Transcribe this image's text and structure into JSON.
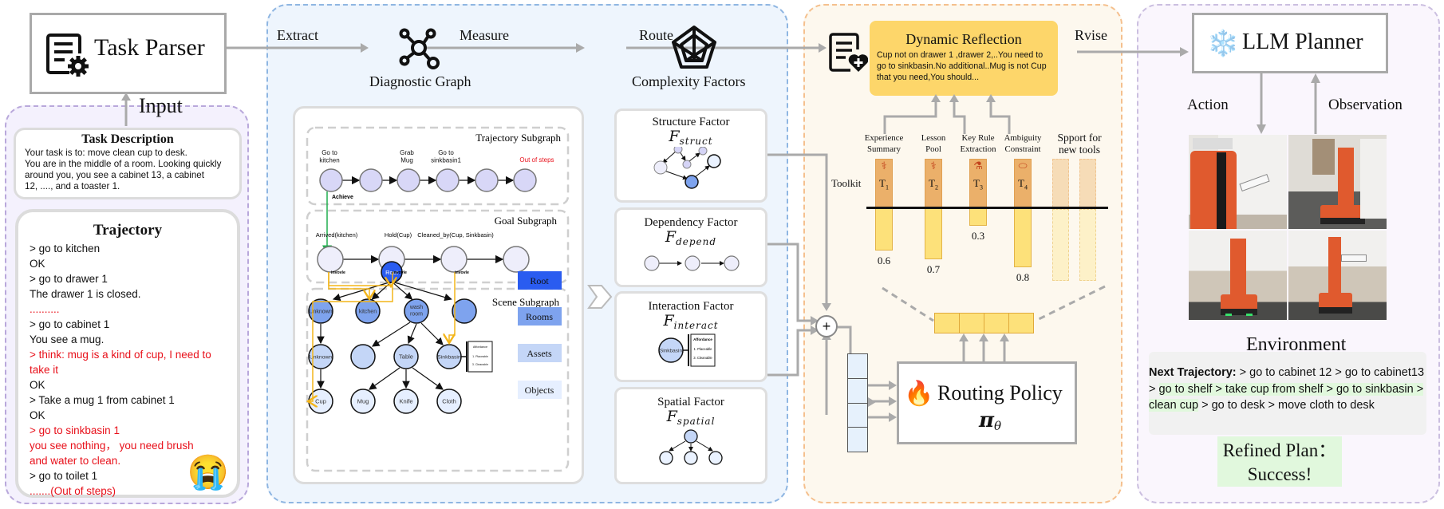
{
  "task_parser": {
    "title": "Task Parser",
    "icon": "document-gear-icon"
  },
  "input_label": "Input",
  "task_description": {
    "title": "Task Description",
    "lines": [
      "Your task is to: move clean cup to desk.",
      "You are in the middle of a room. Looking quickly",
      "around you, you see a cabinet 13, a cabinet",
      "12, ...., and a toaster 1."
    ]
  },
  "trajectory": {
    "title": "Trajectory",
    "lines": [
      {
        "text": "> go to kitchen",
        "highlight": false
      },
      {
        "text": "OK",
        "highlight": false
      },
      {
        "text": "> go to drawer 1",
        "highlight": false
      },
      {
        "text": "The drawer 1 is closed.",
        "highlight": false
      },
      {
        "text": "..........",
        "highlight": true
      },
      {
        "text": "> go to cabinet 1",
        "highlight": false
      },
      {
        "text": "You see a mug.",
        "highlight": false
      },
      {
        "text": "> think: mug is a kind of cup, I need to",
        "highlight": true
      },
      {
        "text": "take it",
        "highlight": true
      },
      {
        "text": "OK",
        "highlight": false
      },
      {
        "text": "> Take a mug 1 from cabinet 1",
        "highlight": false
      },
      {
        "text": "OK",
        "highlight": false
      },
      {
        "text": "> go to sinkbasin 1",
        "highlight": true
      },
      {
        "text": "you see nothing， you need brush",
        "highlight": true
      },
      {
        "text": "and water to clean.",
        "highlight": true
      },
      {
        "text": "> go to toilet 1",
        "highlight": false
      },
      {
        "text": ".......(Out of steps)",
        "highlight": true
      }
    ],
    "emoji": "😭"
  },
  "flow_labels": {
    "extract": "Extract",
    "measure": "Measure",
    "route": "Route",
    "revise": "Rvise",
    "action": "Action",
    "observation": "Observation"
  },
  "diagnostic_graph": {
    "title": "Diagnostic Graph",
    "icon": "graph-network-icon",
    "trajectory_subgraph": {
      "title": "Trajectory Subgraph",
      "node_labels": [
        "Go to\nkitchen",
        "",
        "Grab\nMug",
        "Go to\nsinkbasin1",
        "",
        ""
      ],
      "terminal_label": "Out of steps",
      "edge_label": "Achieve"
    },
    "goal_subgraph": {
      "title": "Goal Subgraph",
      "node_labels": [
        "Arrived(kitchen)",
        "Hold(Cup)",
        "Cleaned_by(Cup, Sinkbasin)",
        ""
      ],
      "edge_label": "invovle"
    },
    "scene_subgraph": {
      "title": "Scene Subgraph",
      "root": "Root",
      "rooms": [
        "Unknown",
        "kitchen",
        "wash\nroom",
        ""
      ],
      "assets": [
        "Unknown",
        "",
        "Table",
        "Sinkbasin"
      ],
      "objects": [
        "Cup",
        "Mug",
        "Knife",
        "Cloth"
      ],
      "affordance": {
        "title": "Affordance",
        "items": [
          "1. Placeable",
          "3. Cleanable"
        ]
      },
      "legend": [
        {
          "label": "Root",
          "color": "#2a5cf0"
        },
        {
          "label": "Rooms",
          "color": "#7ea3ee"
        },
        {
          "label": "Assets",
          "color": "#c4d6f7"
        },
        {
          "label": "Objects",
          "color": "#e6efff"
        }
      ]
    }
  },
  "complexity_factors": {
    "title": "Complexity Factors",
    "icon": "pentagon-radar-icon",
    "factors": [
      {
        "name": "Structure Factor",
        "symbol": "F",
        "subscript": "struct"
      },
      {
        "name": "Dependency Factor",
        "symbol": "F",
        "subscript": "depend"
      },
      {
        "name": "Interaction Factor",
        "symbol": "F",
        "subscript": "interact",
        "node": "Sinkbasin"
      },
      {
        "name": "Spatial Factor",
        "symbol": "F",
        "subscript": "spatial"
      }
    ]
  },
  "dynamic_reflection": {
    "title": "Dynamic Reflection",
    "icon": "document-heart-icon",
    "text": "Cup not on drawer 1 ,drawer 2,..You need to go to sinkbasin.No additional..Mug is not Cup that you need,You should..."
  },
  "toolkit": {
    "label": "Toolkit",
    "tools": [
      {
        "name": "Experience\nSummary",
        "id": "T",
        "sub": "1",
        "icon": "stethoscope-icon",
        "score": 0.6
      },
      {
        "name": "Lesson\nPool",
        "id": "T",
        "sub": "2",
        "icon": "ambulance-icon",
        "score": 0.7
      },
      {
        "name": "Key Rule\nExtraction",
        "id": "T",
        "sub": "3",
        "icon": "microscope-icon",
        "score": 0.3
      },
      {
        "name": "Ambiguity\nConstraint",
        "id": "T",
        "sub": "4",
        "icon": "pill-icon",
        "score": 0.8
      }
    ],
    "placeholder_label": "Spport for\nnew tools",
    "score_labels": [
      "0.6",
      "0.7",
      "0.3",
      "0.8"
    ]
  },
  "routing_policy": {
    "title": "Routing Policy",
    "symbol": "π",
    "subscript": "θ",
    "emoji": "🔥"
  },
  "llm_planner": {
    "title": "LLM Planner",
    "emoji": "❄️"
  },
  "environment": {
    "title": "Environment",
    "photos": [
      "robot-photo-1",
      "robot-photo-2",
      "robot-photo-3",
      "robot-photo-4"
    ],
    "next_trajectory_label": "Next Trajectory:",
    "next_trajectory_segments": [
      {
        "text": " > go to cabinet 12 > go to cabinet13 > ",
        "highlight": false
      },
      {
        "text": "go to shelf > take cup from shelf > go to sinkbasin > clean cup",
        "highlight": true
      },
      {
        "text": " > go to desk > move cloth to desk",
        "highlight": false
      }
    ],
    "result_line1": "Refined Plan：",
    "result_line2": "Success!"
  },
  "colors": {
    "input_panel": "#b7a6d9",
    "graph_panel": "#8fb6e2",
    "reflection_panel": "#f5c08e",
    "planner_panel": "#cbbfe0",
    "reflection_box": "#fdd66a",
    "tool_head": "#ebb06a",
    "tool_bar": "#fde17a",
    "success_bg": "#e3f8de",
    "trajectory_red": "#e8101a"
  }
}
